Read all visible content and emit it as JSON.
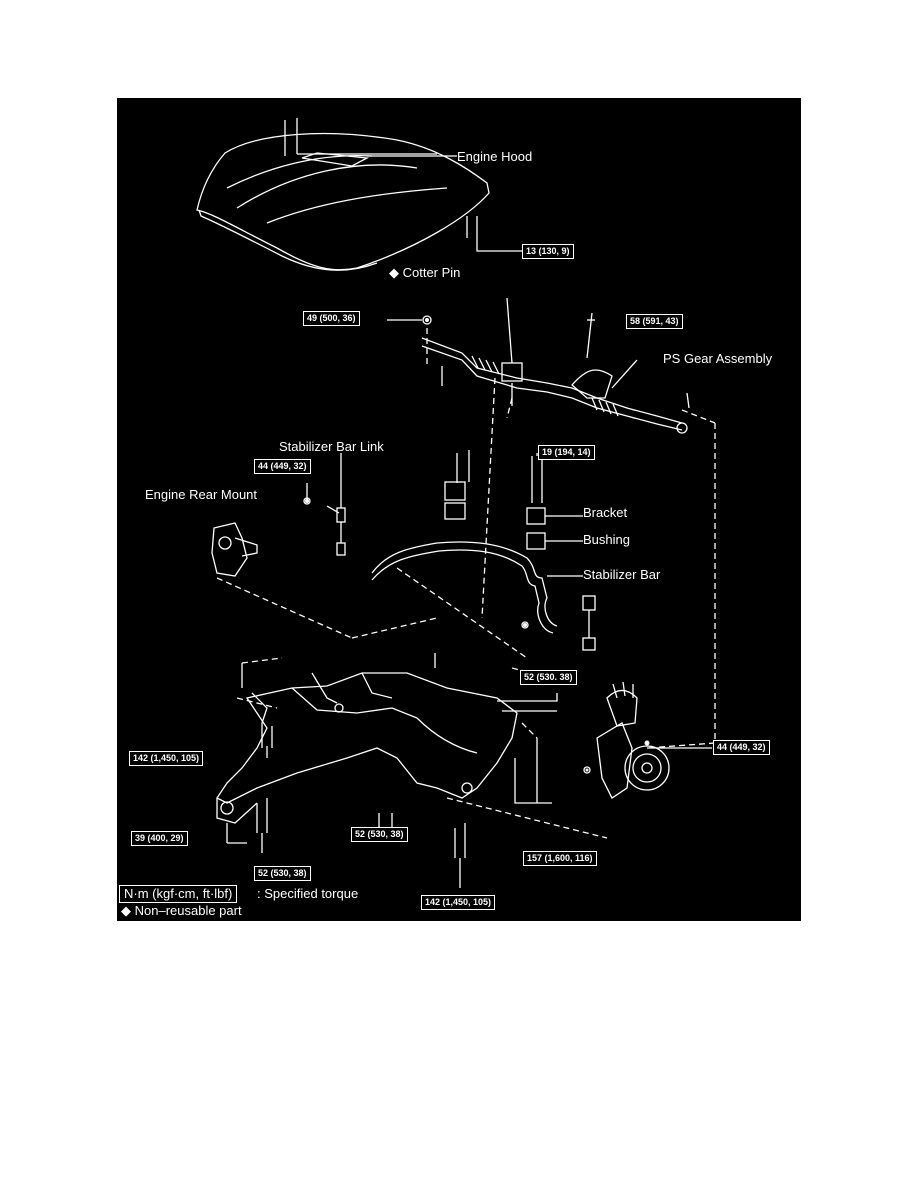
{
  "labels": {
    "engine_hood": "Engine Hood",
    "cotter_pin": "Cotter Pin",
    "ps_gear_assembly": "PS Gear Assembly",
    "stabilizer_bar_link": "Stabilizer Bar Link",
    "engine_rear_mount": "Engine Rear Mount",
    "bracket": "Bracket",
    "bushing": "Bushing",
    "stabilizer_bar": "Stabilizer Bar"
  },
  "torques": {
    "hood": "13 (130, 9)",
    "tie_rod_nut": "49 (500, 36)",
    "gear_bolt": "58 (591, 43)",
    "link_nut": "44 (449, 32)",
    "bracket_bolt": "19 (194, 14)",
    "member_upper_right": "52 (530. 38)",
    "member_left": "142 (1,450, 105)",
    "knuckle_nut": "44 (449, 32)",
    "member_bottom_left": "39 (400, 29)",
    "member_center": "52 (530, 38)",
    "member_right": "157 (1,600, 116)",
    "member_bottom": "52 (530, 38)",
    "member_bottom_right": "142 (1,450, 105)"
  },
  "legend": {
    "unit_box": "N·m (kgf·cm, ft·lbf)",
    "unit_text": ": Specified torque",
    "nonreusable_symbol": "◆",
    "nonreusable_text": "Non–reusable part"
  },
  "colors": {
    "background": "#000000",
    "lines": "#ffffff"
  }
}
